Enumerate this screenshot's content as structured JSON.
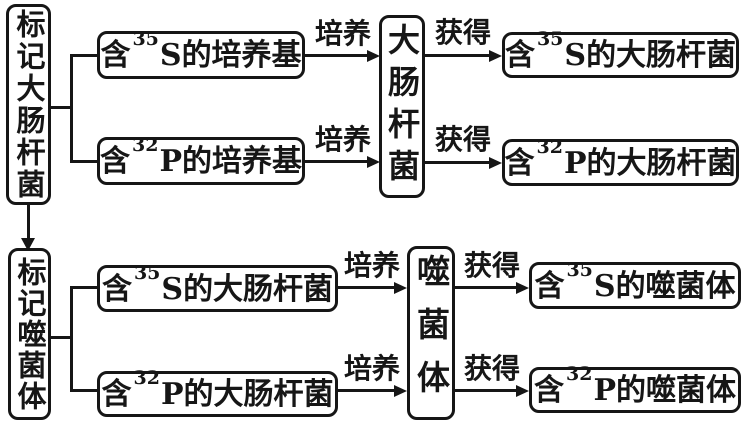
{
  "colors": {
    "ink": "#161616",
    "paper": "#ffffff"
  },
  "arrow_labels": {
    "culture": "培养",
    "obtain": "获得"
  },
  "top_flow": {
    "label_box": "标记大肠杆菌",
    "center_box": "大肠杆菌",
    "row1": {
      "input": {
        "pre": "含",
        "sup": "35",
        "sym": "S",
        "post": "的培养基"
      },
      "output": {
        "pre": "含",
        "sup": "35",
        "sym": "S",
        "post": "的大肠杆菌"
      }
    },
    "row2": {
      "input": {
        "pre": "含",
        "sup": "32",
        "sym": "P",
        "post": "的培养基"
      },
      "output": {
        "pre": "含",
        "sup": "32",
        "sym": "P",
        "post": "的大肠杆菌"
      }
    }
  },
  "bottom_flow": {
    "label_box": "标记噬菌体",
    "center_box": "噬菌体",
    "row1": {
      "input": {
        "pre": "含",
        "sup": "35",
        "sym": "S",
        "post": "的大肠杆菌"
      },
      "output": {
        "pre": "含",
        "sup": "35",
        "sym": "S",
        "post": "的噬菌体"
      }
    },
    "row2": {
      "input": {
        "pre": "含",
        "sup": "32",
        "sym": "P",
        "post": "的大肠杆菌"
      },
      "output": {
        "pre": "含",
        "sup": "32",
        "sym": "P",
        "post": "的噬菌体"
      }
    }
  }
}
